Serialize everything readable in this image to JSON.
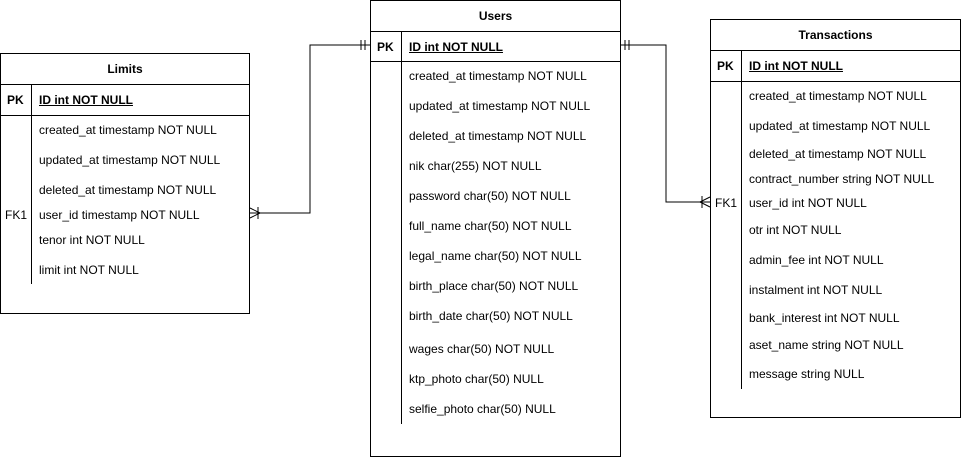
{
  "limits": {
    "title": "Limits",
    "pk_label": "PK",
    "pk_field": "ID int NOT NULL",
    "fields": [
      {
        "key": "",
        "text": "created_at timestamp NOT NULL"
      },
      {
        "key": "",
        "text": "updated_at timestamp NOT NULL"
      },
      {
        "key": "",
        "text": "deleted_at timestamp NOT NULL"
      },
      {
        "key": "FK1",
        "text": "user_id timestamp NOT NULL"
      },
      {
        "key": "",
        "text": "tenor int NOT NULL"
      },
      {
        "key": "",
        "text": "limit int NOT NULL"
      }
    ]
  },
  "users": {
    "title": "Users",
    "pk_label": "PK",
    "pk_field": "ID int NOT NULL",
    "fields": [
      {
        "key": "",
        "text": "created_at timestamp NOT NULL"
      },
      {
        "key": "",
        "text": "updated_at timestamp NOT NULL"
      },
      {
        "key": "",
        "text": "deleted_at timestamp NOT NULL"
      },
      {
        "key": "",
        "text": "nik char(255) NOT NULL"
      },
      {
        "key": "",
        "text": "password char(50) NOT NULL"
      },
      {
        "key": "",
        "text": "full_name char(50) NOT NULL"
      },
      {
        "key": "",
        "text": "legal_name char(50) NOT NULL"
      },
      {
        "key": "",
        "text": "birth_place char(50) NOT NULL"
      },
      {
        "key": "",
        "text": "birth_date char(50) NOT NULL"
      },
      {
        "key": "",
        "text": "wages char(50) NOT NULL"
      },
      {
        "key": "",
        "text": "ktp_photo char(50) NULL"
      },
      {
        "key": "",
        "text": "selfie_photo char(50) NULL"
      }
    ]
  },
  "transactions": {
    "title": "Transactions",
    "pk_label": "PK",
    "pk_field": "ID int NOT NULL",
    "fields": [
      {
        "key": "",
        "text": "created_at timestamp NOT NULL"
      },
      {
        "key": "",
        "text": "updated_at timestamp NOT NULL"
      },
      {
        "key": "",
        "text": "deleted_at timestamp NOT NULL"
      },
      {
        "key": "",
        "text": "contract_number string NOT NULL"
      },
      {
        "key": "FK1",
        "text": "user_id int NOT NULL"
      },
      {
        "key": "",
        "text": "otr int NOT NULL"
      },
      {
        "key": "",
        "text": "admin_fee int NOT NULL"
      },
      {
        "key": "",
        "text": "instalment int NOT NULL"
      },
      {
        "key": "",
        "text": "bank_interest int NOT NULL"
      },
      {
        "key": "",
        "text": "aset_name string NOT NULL"
      },
      {
        "key": "",
        "text": "message string NULL"
      }
    ]
  }
}
